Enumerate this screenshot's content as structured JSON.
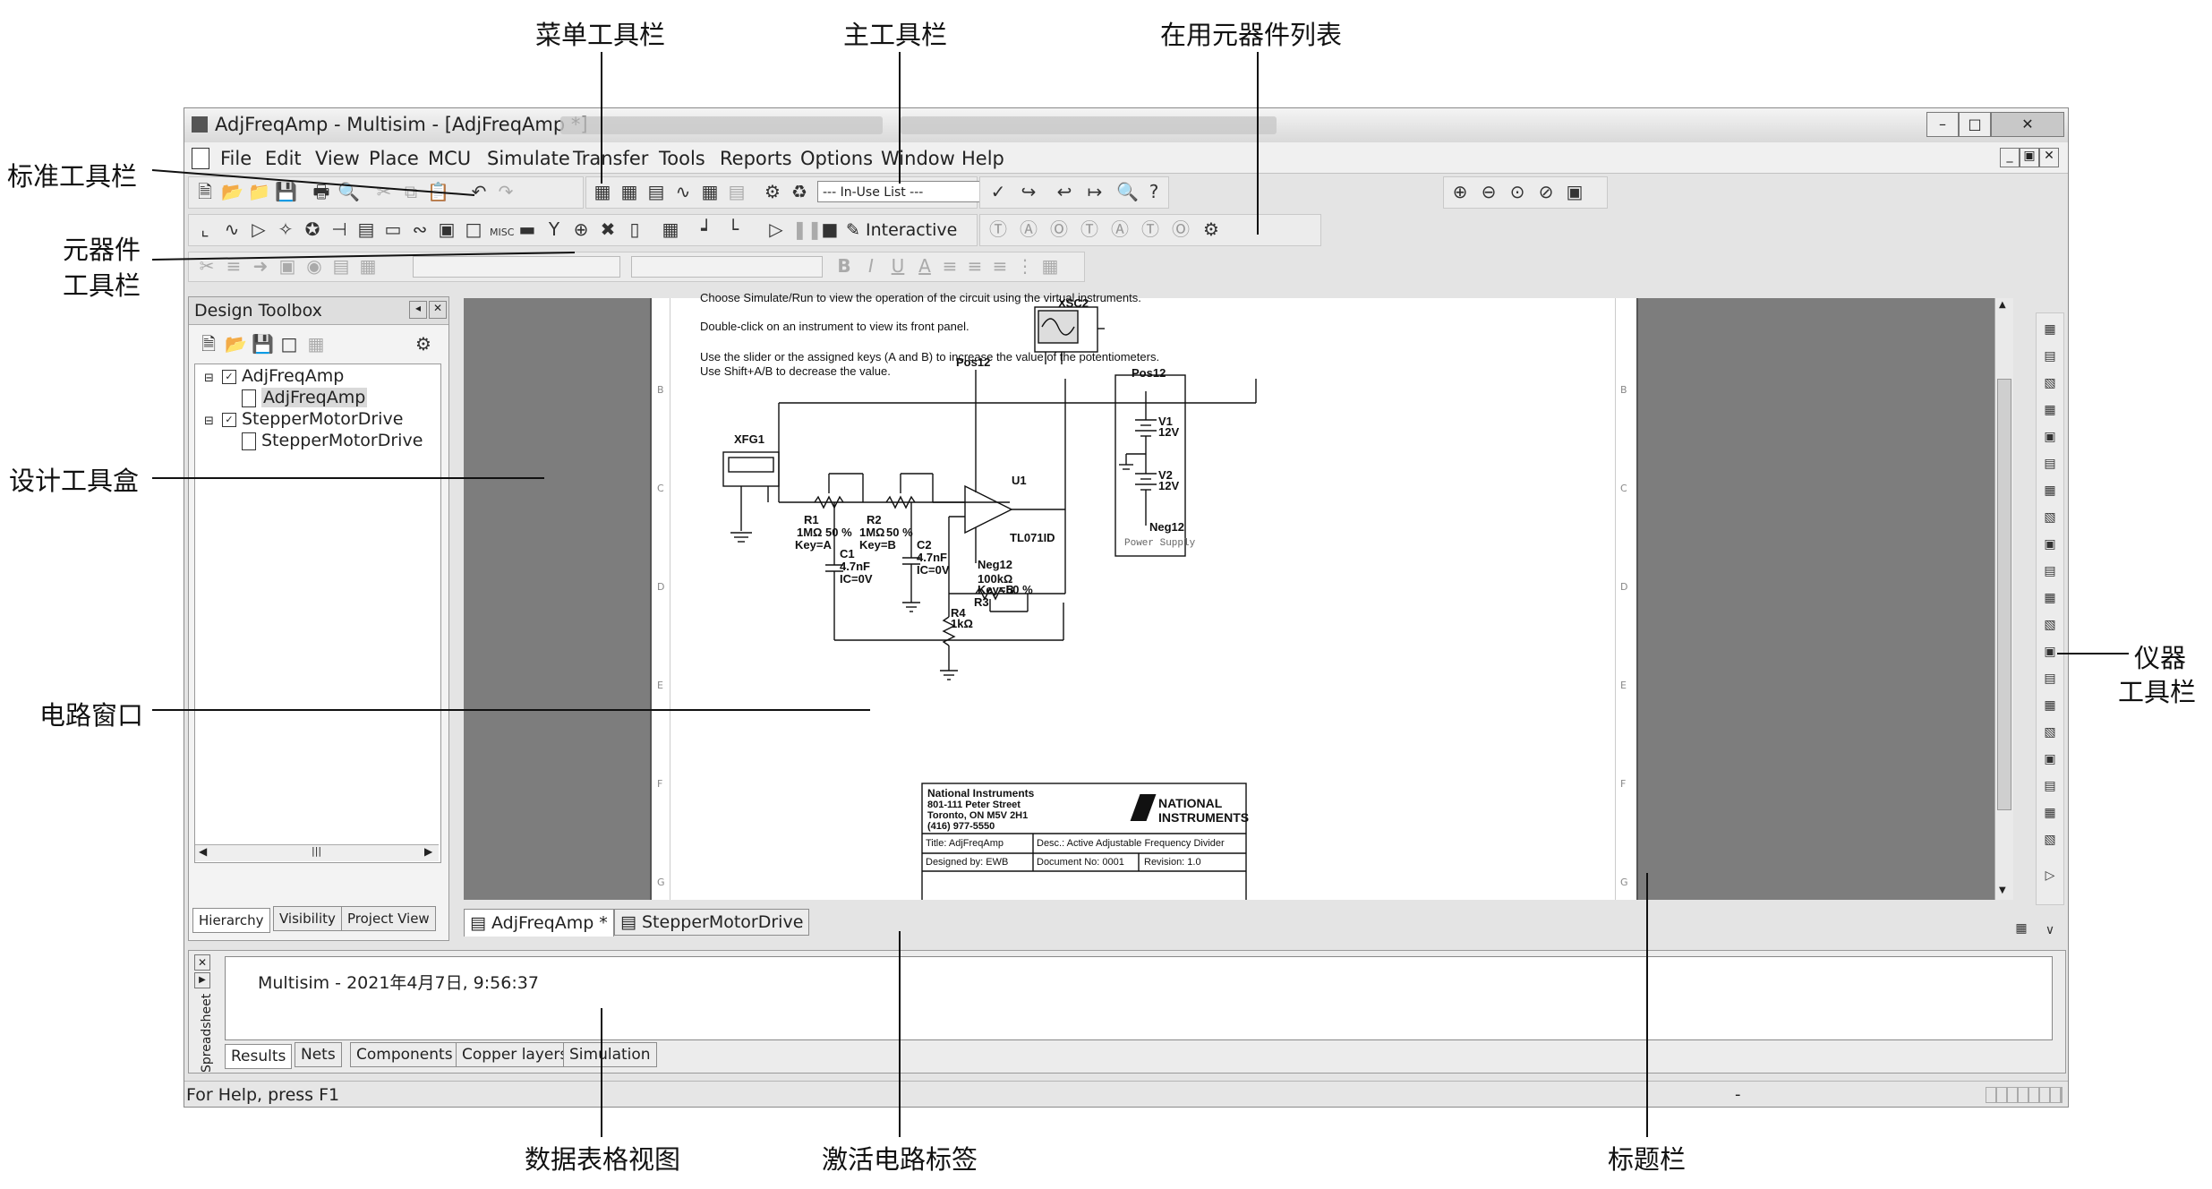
{
  "annotations": {
    "menu_toolbar": "菜单工具栏",
    "main_toolbar": "主工具栏",
    "in_use_list": "在用元器件列表",
    "standard_toolbar": "标准工具栏",
    "components_toolbar_1": "元器件",
    "components_toolbar_2": "工具栏",
    "design_toolbox": "设计工具盒",
    "circuit_window": "电路窗口",
    "instrument_toolbar_1": "仪器",
    "instrument_toolbar_2": "工具栏",
    "spreadsheet_view": "数据表格视图",
    "active_circuit_tab": "激活电路标签",
    "title_block": "标题栏"
  },
  "window": {
    "title": "AdjFreqAmp - Multisim - [AdjFreqAmp *]"
  },
  "menu": [
    "File",
    "Edit",
    "View",
    "Place",
    "MCU",
    "Simulate",
    "Transfer",
    "Tools",
    "Reports",
    "Options",
    "Window",
    "Help"
  ],
  "main_toolbar": {
    "in_use_list": "--- In-Use List ---"
  },
  "simulation": {
    "interactive": "Interactive"
  },
  "design_toolbox": {
    "title": "Design Toolbox",
    "tree": [
      "AdjFreqAmp",
      "AdjFreqAmp",
      "StepperMotorDrive",
      "StepperMotorDrive"
    ],
    "tabs": [
      "Hierarchy",
      "Visibility",
      "Project View"
    ]
  },
  "circuit_tabs": [
    "AdjFreqAmp *",
    "StepperMotorDrive"
  ],
  "schematic": {
    "note1": "Choose Simulate/Run to view the operation of the circuit using the virtual instruments.",
    "note2": "Double-click on an instrument to view its front panel.",
    "note3": "Use the slider or the assigned keys (A and B) to increase the value of the potentiometers.",
    "note4": "Use Shift+A/B to decrease the value.",
    "xfg1": "XFG1",
    "xsc2": "XSC2",
    "pos12_a": "Pos12",
    "pos12_b": "Pos12",
    "u1": "U1",
    "tl071": "TL071ID",
    "r1": "R1",
    "r1_val": "1MΩ",
    "r1_key": "Key=A",
    "r1_pct": "50 %",
    "r2": "R2",
    "r2_val": "1MΩ",
    "r2_key": "Key=B",
    "r2_pct": "50 %",
    "c1": "C1",
    "c1_val": "4.7nF",
    "c1_ic": "IC=0V",
    "c2": "C2",
    "c2_val": "4.7nF",
    "c2_ic": "IC=0V",
    "neg12_a": "Neg12",
    "r3_val": "100kΩ",
    "r3_key": "Key=B",
    "r3_pct": "50 %",
    "r3": "R3",
    "r4": "R4",
    "r4_val": "1kΩ",
    "v1": "V1",
    "v1_val": "12V",
    "v2": "V2",
    "v2_val": "12V",
    "neg12_b": "Neg12",
    "power_supply": "Power Supply"
  },
  "title_block": {
    "company": "National Instruments",
    "addr1": "801-111 Peter Street",
    "addr2": "Toronto, ON M5V 2H1",
    "phone": "(416) 977-5550",
    "logo_line1": "NATIONAL",
    "logo_line2": "INSTRUMENTS",
    "title": "Title:    AdjFreqAmp",
    "desc": "Desc.: Active Adjustable Frequency Divider",
    "designed_by": "Designed by:    EWB",
    "document_no": "Document No: 0001",
    "revision": "Revision: 1.0"
  },
  "spreadsheet": {
    "side_label": "Spreadsheet",
    "message": "Multisim  -  2021年4月7日, 9:56:37",
    "tabs": [
      "Results",
      "Nets",
      "Components",
      "Copper layers",
      "Simulation"
    ]
  },
  "status_bar": {
    "help": "For Help, press F1",
    "dash": "-"
  }
}
